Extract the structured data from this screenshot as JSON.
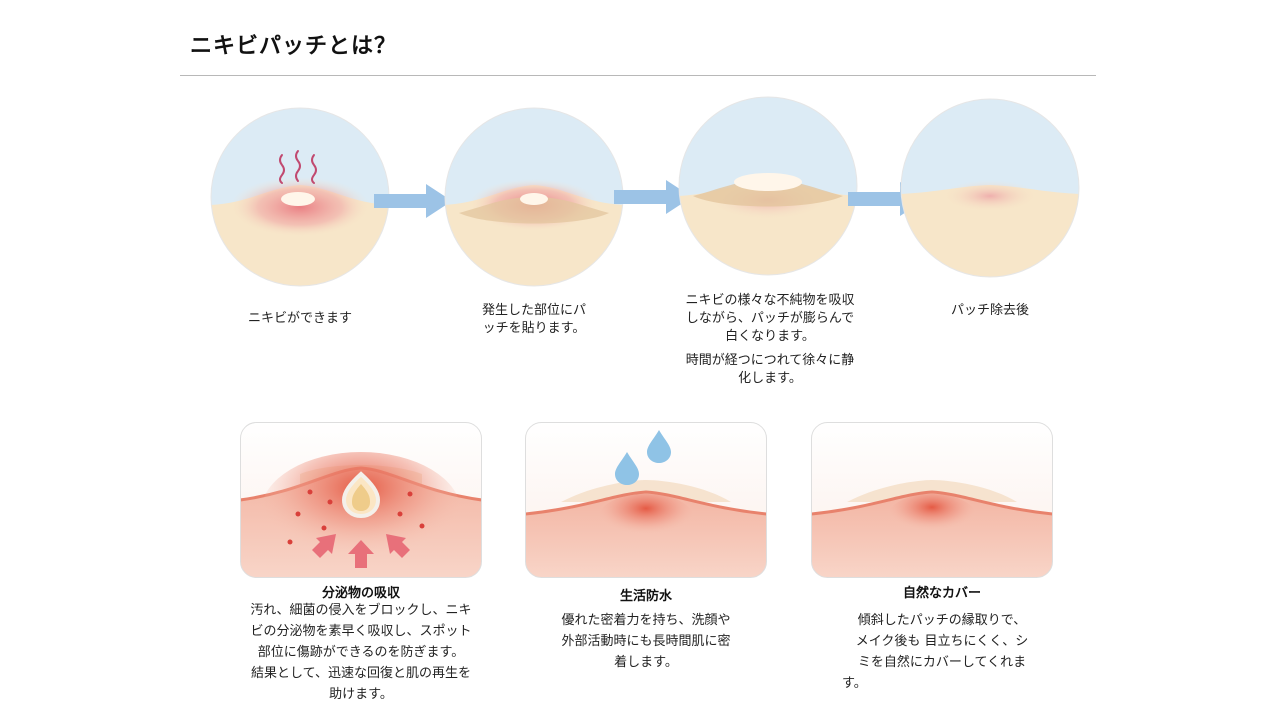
{
  "title": "ニキビパッチとは？",
  "stages": [
    {
      "caption": "ニキビができます"
    },
    {
      "caption_lines": [
        "発生した部位にパ",
        "ッチを貼ります。"
      ]
    },
    {
      "caption_lines": [
        "ニキビの様々な不純物を吸収",
        "しながら、パッチが膨らんで",
        "白くなります。"
      ],
      "caption2_lines": [
        "時間が経つにつれて徐々に静",
        "化します。"
      ]
    },
    {
      "caption": "パッチ除去後"
    }
  ],
  "features": [
    {
      "title": "分泌物の吸収",
      "lines": [
        "汚れ、細菌の侵入をブロックし、ニキ",
        "ビの分泌物を素早く吸収し、スポット",
        "部位に傷跡ができるのを防ぎます。",
        "結果として、迅速な回復と肌の再生を",
        "助けます。"
      ]
    },
    {
      "title": "生活防水",
      "lines": [
        "優れた密着力を持ち、洗顔や",
        "外部活動時にも長時間肌に密",
        "着します。"
      ]
    },
    {
      "title": "自然なカバー",
      "lines": [
        "傾斜したパッチの縁取りで、",
        "メイク後も 目立ちにくく、シ",
        "ミを自然にカバーしてくれま",
        "す。"
      ]
    }
  ],
  "colors": {
    "sky": "#dcebf5",
    "skin": "#f7e6c9",
    "redness": "#e98a8c",
    "arrow": "#9cc3e6",
    "patch": "#eacfae",
    "pus": "#fff6ea",
    "card_skin": "#f4bfae",
    "card_red": "#e06050",
    "drop": "#8fc3e6"
  }
}
